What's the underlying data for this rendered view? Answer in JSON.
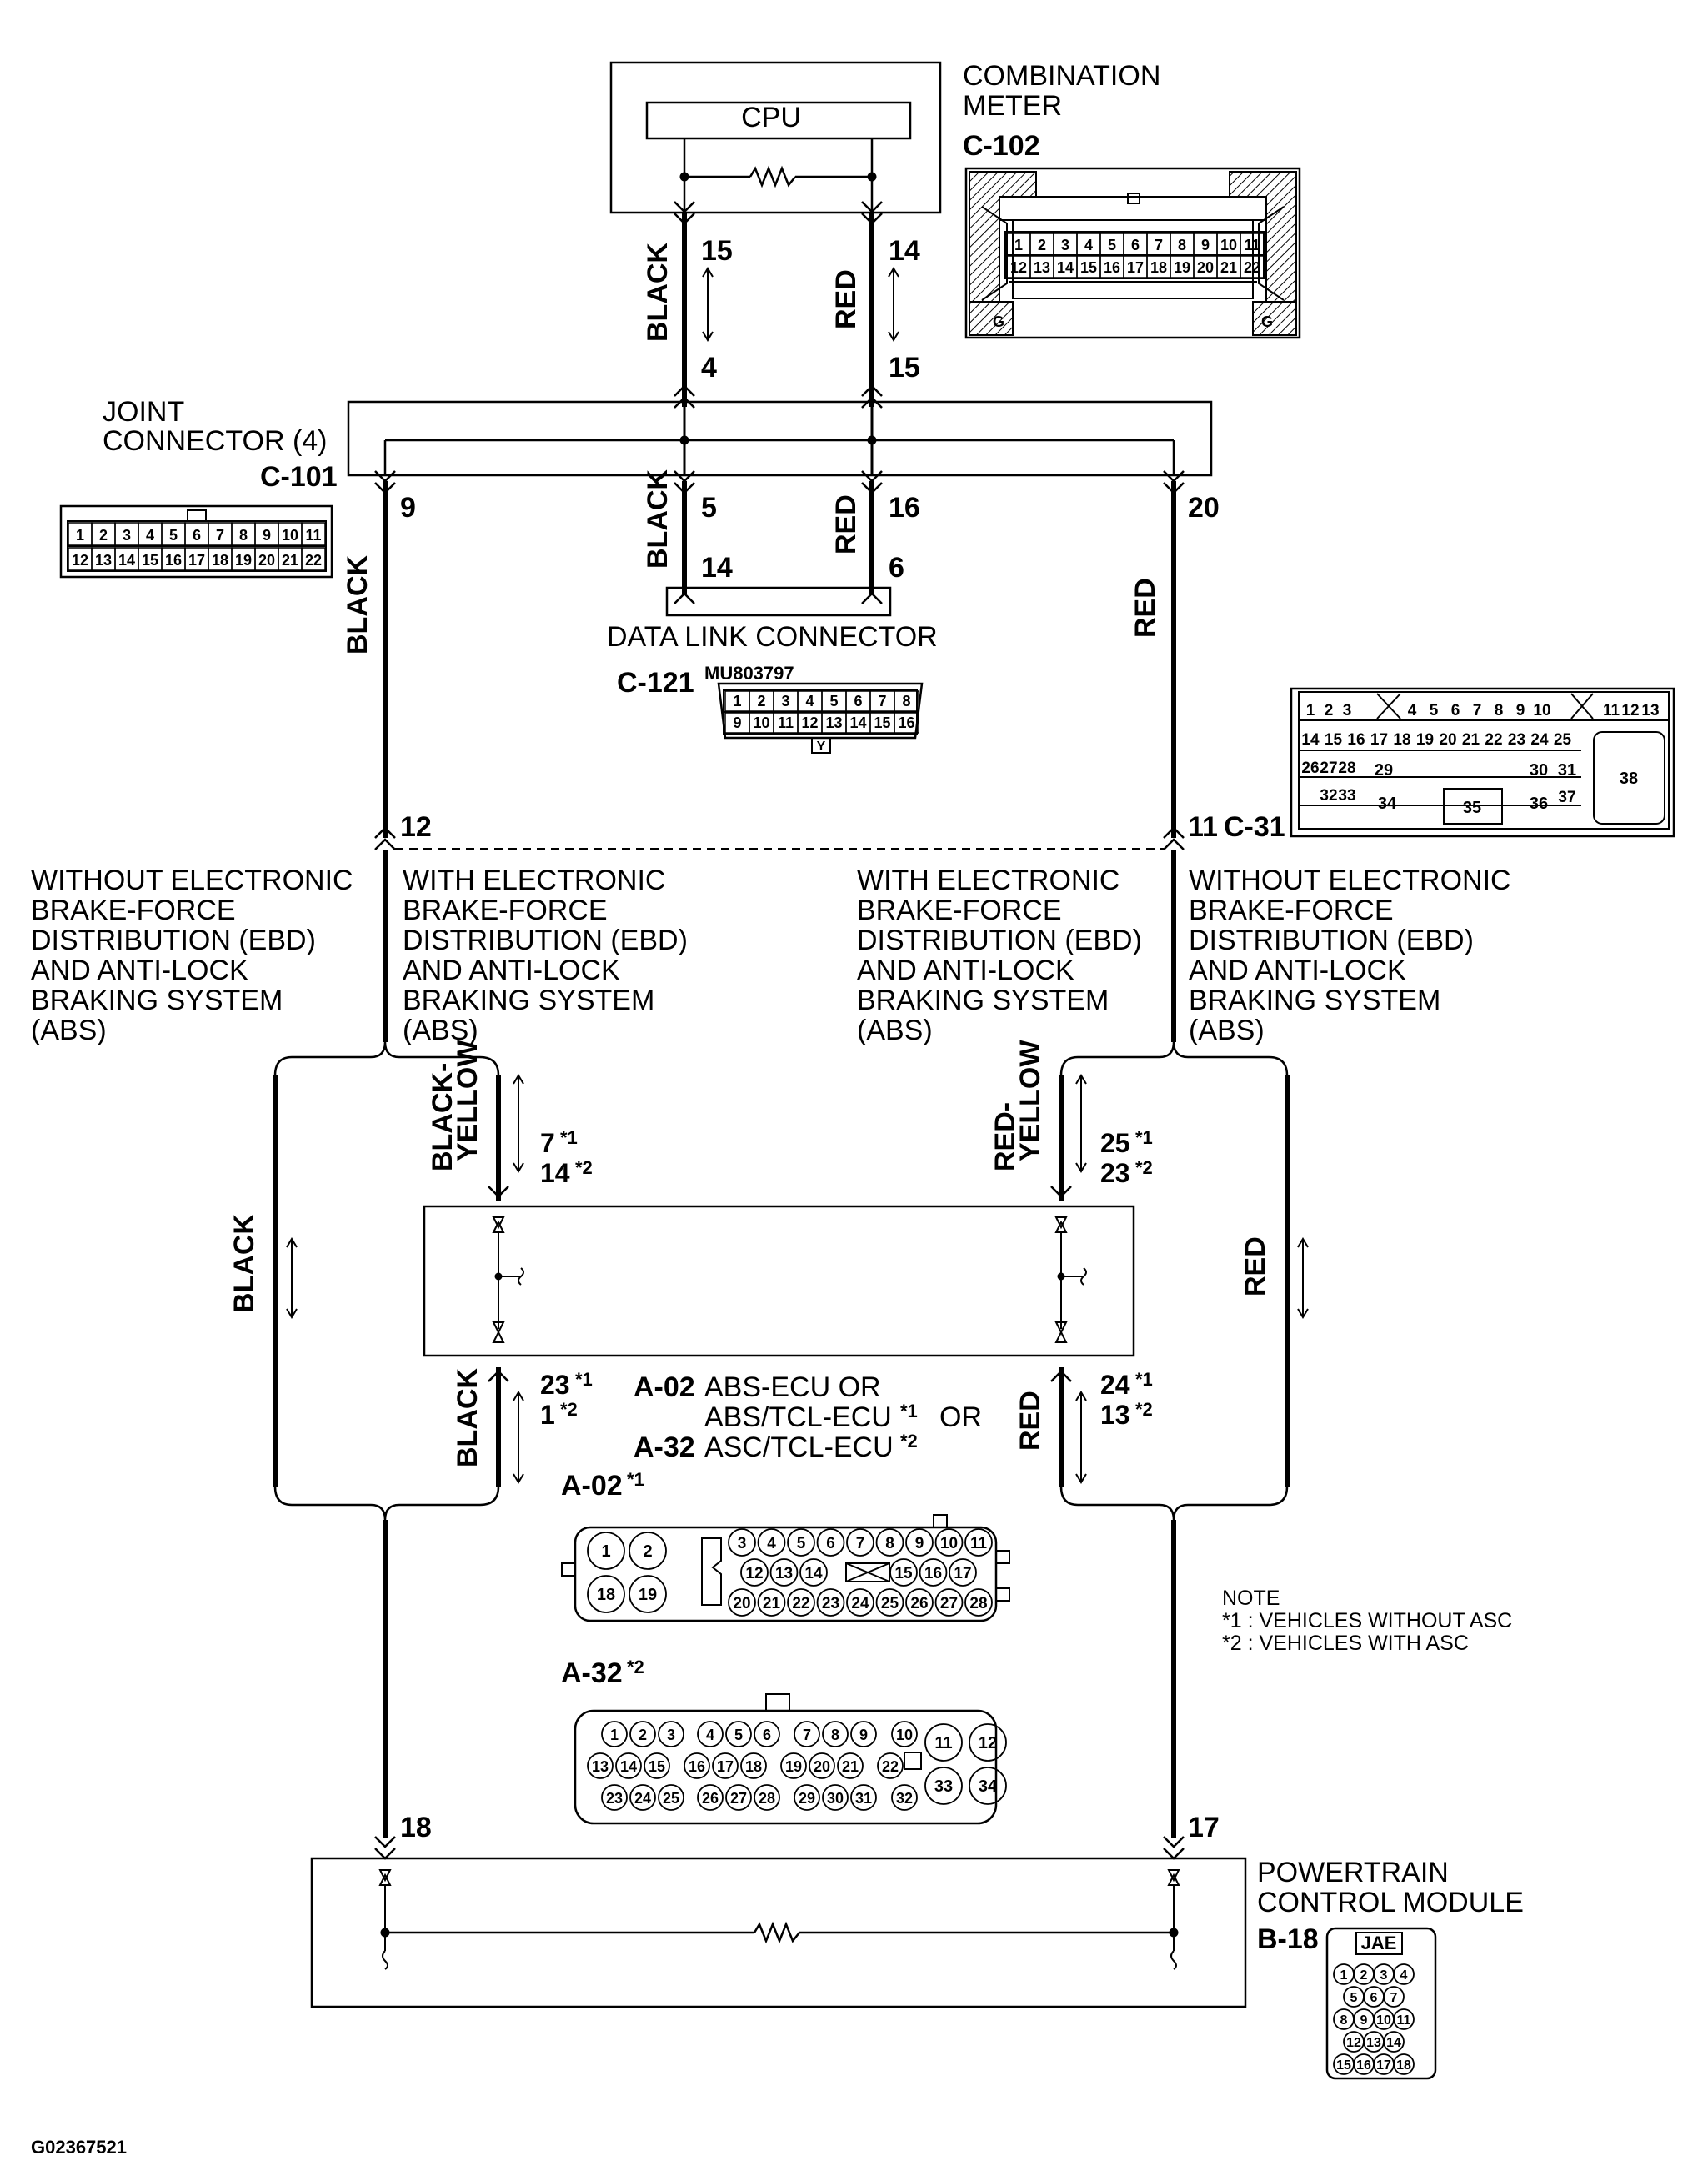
{
  "combination_meter": {
    "name_line1": "COMBINATION",
    "name_line2": "METER",
    "code": "C-102",
    "cpu_label": "CPU",
    "pins_row1": [
      "1",
      "2",
      "3",
      "4",
      "5",
      "6",
      "7",
      "8",
      "9",
      "10",
      "11"
    ],
    "pins_row2": [
      "12",
      "13",
      "14",
      "15",
      "16",
      "17",
      "18",
      "19",
      "20",
      "21",
      "22"
    ],
    "ground_mark": "G"
  },
  "wire_colors": {
    "black": "BLACK",
    "red": "RED",
    "black_yellow_1": "BLACK-",
    "black_yellow_2": "YELLOW",
    "red_yellow_1": "RED-",
    "red_yellow_2": "YELLOW"
  },
  "pin_numbers": {
    "meter_black": "15",
    "meter_red": "14",
    "joint_top_black": "4",
    "joint_top_red": "15",
    "joint_left": "9",
    "joint_mid_black": "5",
    "joint_mid_red": "16",
    "joint_right": "20",
    "dlc_black": "14",
    "dlc_red": "6",
    "c31_left": "12",
    "c31_right": "11",
    "ecu_top_left_a": "7",
    "ecu_top_left_b": "14",
    "ecu_top_right_a": "25",
    "ecu_top_right_b": "23",
    "ecu_bot_left_a": "23",
    "ecu_bot_left_b": "1",
    "ecu_bot_right_a": "24",
    "ecu_bot_right_b": "13",
    "pcm_left": "18",
    "pcm_right": "17",
    "star1": "*1",
    "star2": "*2"
  },
  "joint_connector": {
    "name_line1": "JOINT",
    "name_line2": "CONNECTOR (4)",
    "code": "C-101",
    "pins_row1": [
      "1",
      "2",
      "3",
      "4",
      "5",
      "6",
      "7",
      "8",
      "9",
      "10",
      "11"
    ],
    "pins_row2": [
      "12",
      "13",
      "14",
      "15",
      "16",
      "17",
      "18",
      "19",
      "20",
      "21",
      "22"
    ]
  },
  "data_link_connector": {
    "name": "DATA LINK CONNECTOR",
    "code": "C-121",
    "part_no": "MU803797",
    "pins_row1": [
      "1",
      "2",
      "3",
      "4",
      "5",
      "6",
      "7",
      "8"
    ],
    "pins_row2": [
      "9",
      "10",
      "11",
      "12",
      "13",
      "14",
      "15",
      "16"
    ],
    "tab_mark": "Y"
  },
  "c31_connector": {
    "code": "C-31",
    "row1": [
      "1",
      "2",
      "3",
      "4",
      "5",
      "6",
      "7",
      "8",
      "9",
      "10",
      "11",
      "12",
      "13"
    ],
    "row2": [
      "14",
      "15",
      "16",
      "17",
      "18",
      "19",
      "20",
      "21",
      "22",
      "23",
      "24",
      "25"
    ],
    "row3": [
      "26",
      "27",
      "28",
      "29",
      "30",
      "31"
    ],
    "row4": [
      "32",
      "33",
      "34",
      "35",
      "36",
      "37"
    ],
    "big": "38"
  },
  "branch_labels": {
    "without_abs": [
      "WITHOUT ELECTRONIC",
      "BRAKE-FORCE",
      "DISTRIBUTION (EBD)",
      "AND ANTI-LOCK",
      "BRAKING SYSTEM",
      "(ABS)"
    ],
    "with_abs": [
      "WITH ELECTRONIC",
      "BRAKE-FORCE",
      "DISTRIBUTION (EBD)",
      "AND ANTI-LOCK",
      "BRAKING SYSTEM",
      "(ABS)"
    ]
  },
  "ecu": {
    "code_a02": "A-02",
    "code_a32": "A-32",
    "line1": "ABS-ECU OR",
    "line2a": "ABS/TCL-ECU",
    "line2b": "OR",
    "line3": "ASC/TCL-ECU",
    "a02_label": "A-02",
    "a32_label": "A-32",
    "a02_pins_big": [
      "1",
      "2",
      "18",
      "19"
    ],
    "a02_row1": [
      "3",
      "4",
      "5",
      "6",
      "7",
      "8",
      "9",
      "10",
      "11"
    ],
    "a02_row2": [
      "12",
      "13",
      "14",
      "15",
      "16",
      "17"
    ],
    "a02_row3": [
      "20",
      "21",
      "22",
      "23",
      "24",
      "25",
      "26",
      "27",
      "28"
    ],
    "a32_row1": [
      "1",
      "2",
      "3",
      "4",
      "5",
      "6",
      "7",
      "8",
      "9",
      "10"
    ],
    "a32_row2": [
      "13",
      "14",
      "15",
      "16",
      "17",
      "18",
      "19",
      "20",
      "21",
      "22"
    ],
    "a32_row3": [
      "23",
      "24",
      "25",
      "26",
      "27",
      "28",
      "29",
      "30",
      "31",
      "32"
    ],
    "a32_big": [
      "11",
      "12",
      "33",
      "34"
    ]
  },
  "note": {
    "title": "NOTE",
    "line1": "*1 : VEHICLES WITHOUT ASC",
    "line2": "*2 : VEHICLES WITH ASC"
  },
  "pcm": {
    "name_line1": "POWERTRAIN",
    "name_line2": "CONTROL MODULE",
    "code": "B-18",
    "header": "JAE",
    "rows": [
      [
        "1",
        "2",
        "3",
        "4"
      ],
      [
        "5",
        "6",
        "7"
      ],
      [
        "8",
        "9",
        "10",
        "11"
      ],
      [
        "12",
        "13",
        "14"
      ],
      [
        "15",
        "16",
        "17",
        "18"
      ]
    ]
  },
  "figure_id": "G02367521"
}
